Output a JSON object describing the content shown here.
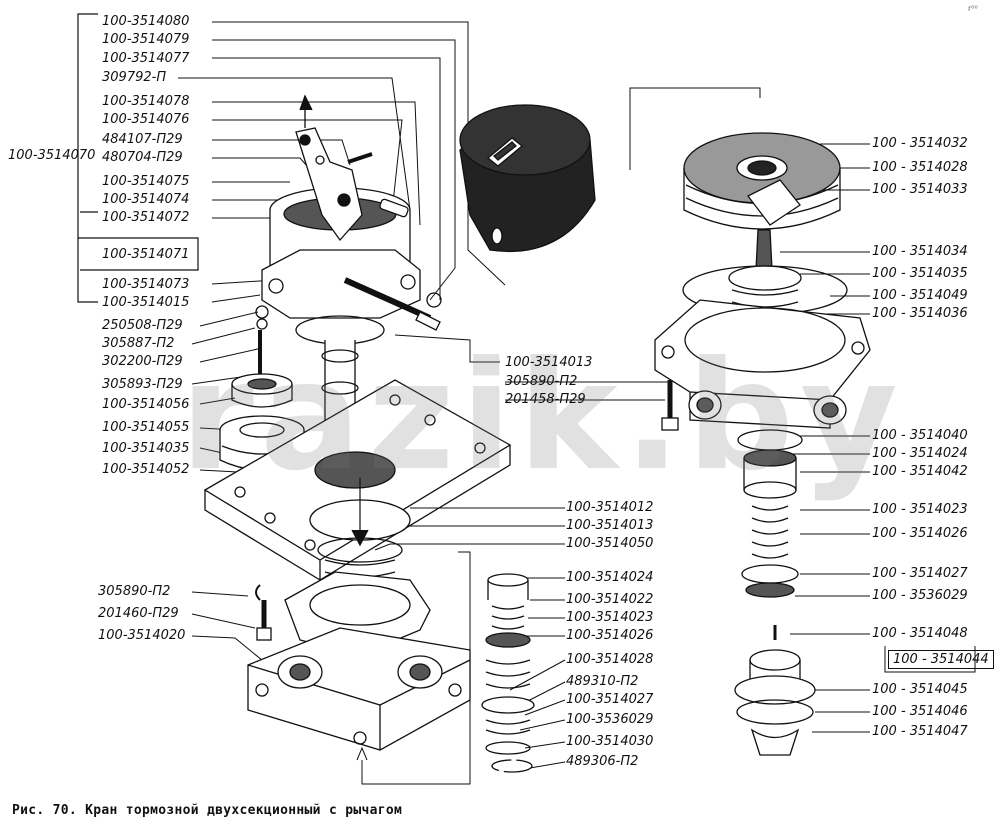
{
  "figure": {
    "caption": "Рис. 70. Кран тормозной двухсекционный с рычагом",
    "watermark": "razik.by",
    "corner_mark": "r⁰⁰"
  },
  "labels": {
    "group_main": "100-3514070",
    "l_3514080": "100-3514080",
    "l_3514079": "100-3514079",
    "l_3514077": "100-3514077",
    "l_309792": "309792-П",
    "l_3514078": "100-3514078",
    "l_3514076": "100-3514076",
    "l_484107": "484107-П29",
    "l_480704": "480704-П29",
    "l_3514075": "100-3514075",
    "l_3514074": "100-3514074",
    "l_3514072": "100-3514072",
    "l_3514071": "100-3514071",
    "l_3514073": "100-3514073",
    "l_3514015": "100-3514015",
    "l_250508": "250508-П29",
    "l_305887": "305887-П2",
    "l_302200": "302200-П29",
    "l_305893": "305893-П29",
    "l_3514056": "100-3514056",
    "l_3514055": "100-3514055",
    "l_3514035a": "100-3514035",
    "l_3514052": "100-3514052",
    "l_305890a": "305890-П2",
    "l_201460": "201460-П29",
    "l_3514020": "100-3514020",
    "m_3514013a": "100-3514013",
    "m_305890b": "305890-П2",
    "m_201458": "201458-П29",
    "m_3514012": "100-3514012",
    "m_3514013b": "100-3514013",
    "m_3514050": "100-3514050",
    "m_3514024": "100-3514024",
    "m_3514022": "100-3514022",
    "m_3514023": "100-3514023",
    "m_3514026": "100-3514026",
    "m_3514028": "100-3514028",
    "m_489310": "489310-П2",
    "m_3514027": "100-3514027",
    "m_3536029": "100-3536029",
    "m_3514030": "100-3514030",
    "m_489306": "489306-П2",
    "r_3514032": "100 - 3514032",
    "r_3514028": "100 - 3514028",
    "r_3514033": "100 - 3514033",
    "r_3514034": "100 - 3514034",
    "r_3514035": "100 - 3514035",
    "r_3514049": "100 - 3514049",
    "r_3514036": "100 - 3514036",
    "r_3514040": "100 - 3514040",
    "r_3514024": "100 - 3514024",
    "r_3514042": "100 - 3514042",
    "r_3514023": "100 - 3514023",
    "r_3514026": "100 - 3514026",
    "r_3514027": "100 - 3514027",
    "r_3536029": "100 - 3536029",
    "r_3514048": "100 - 3514048",
    "r_3514044": "100 - 3514044",
    "r_3514045": "100 - 3514045",
    "r_3514046": "100 - 3514046",
    "r_3514047": "100 - 3514047"
  }
}
